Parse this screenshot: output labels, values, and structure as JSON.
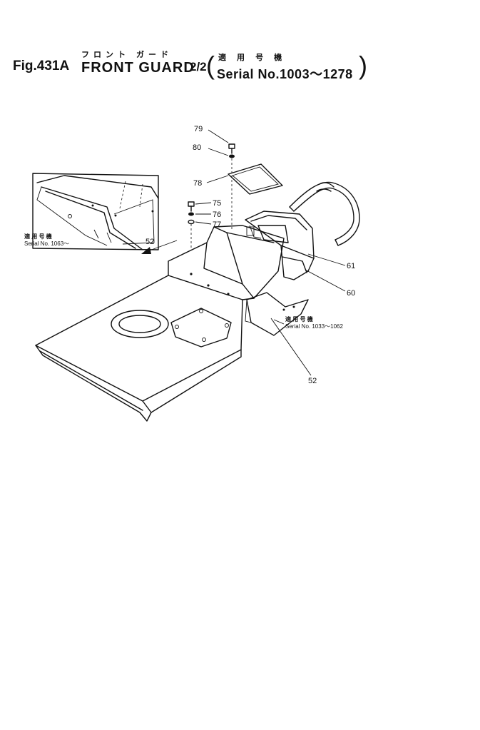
{
  "header": {
    "fig_label": "Fig.431A",
    "title_jp": "フロント ガード",
    "title_en": "FRONT GUARD",
    "fraction": "2/2",
    "serial_jp": "適 用 号 機",
    "serial_en": "Serial No.1003～1278"
  },
  "callouts": {
    "c79": "79",
    "c80a": "80",
    "c78": "78",
    "c75": "75",
    "c76": "76",
    "c77": "77",
    "c52a": "52",
    "c61": "61",
    "c60": "60",
    "c52b": "52"
  },
  "notes": {
    "inset_jp": "適 用 号 機",
    "inset_serial": "Serial No. 1063～",
    "main_jp": "適 用 号 機",
    "main_serial": "Serial No. 1033～1062"
  }
}
